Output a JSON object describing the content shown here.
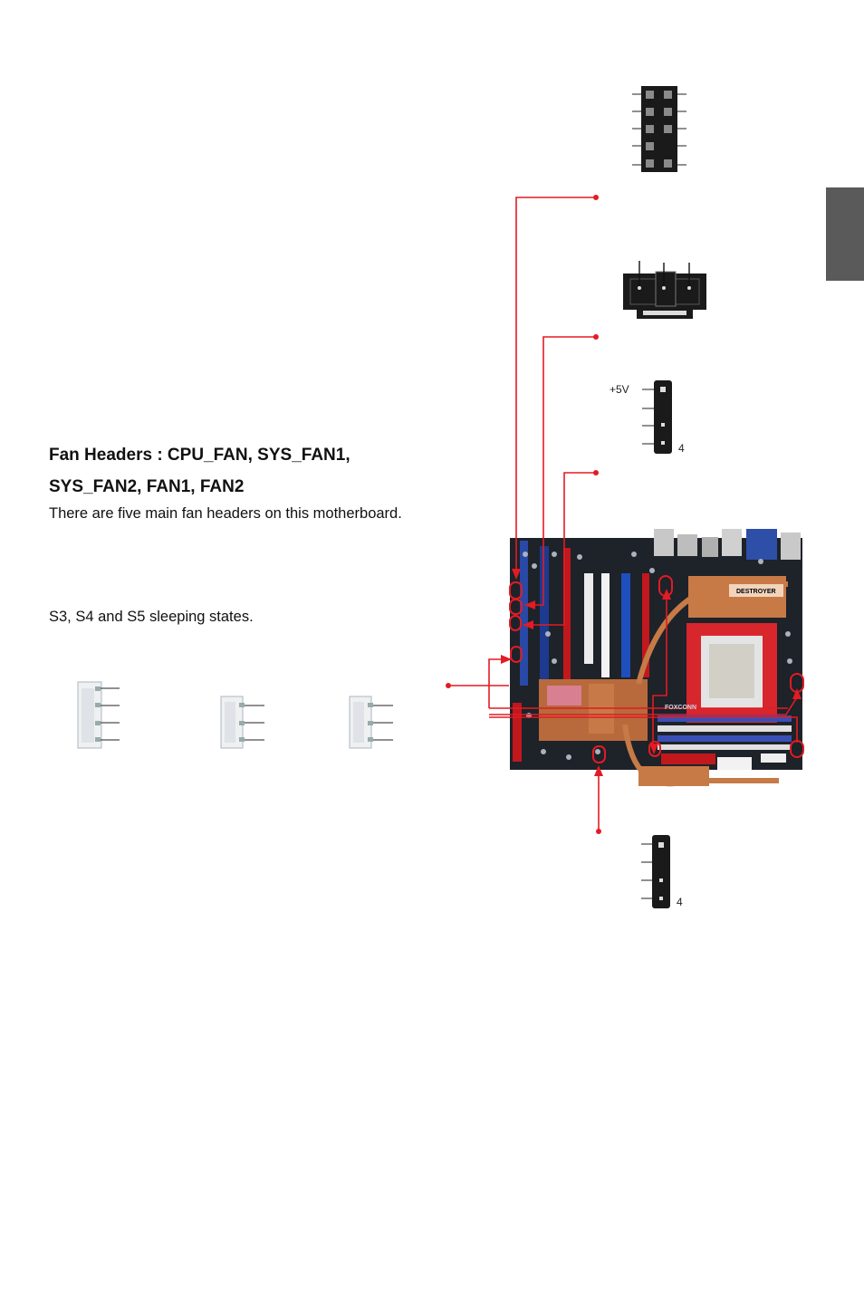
{
  "heading": {
    "line1": "Fan Headers : CPU_FAN, SYS_FAN1,",
    "line2": "SYS_FAN2, FAN1, FAN2"
  },
  "paragraphs": [
    "There are five main fan headers on this motherboard.",
    "S3, S4 and S5 sleeping states."
  ],
  "header_labels": {
    "plus5v": "+5V",
    "pin4_a": "4",
    "pin4_b": "4"
  },
  "board": {
    "brand_text": "FOXCONN",
    "heatsink_text": "DESTROYER"
  },
  "colors": {
    "annotation_red": "#e31b23",
    "side_tab": "#5a5a5a"
  }
}
